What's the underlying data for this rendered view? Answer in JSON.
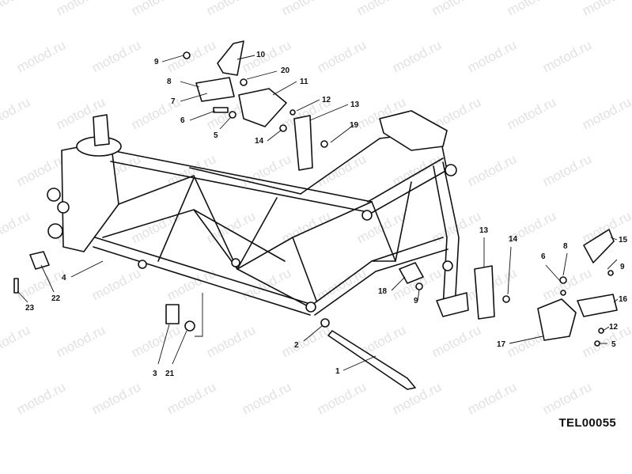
{
  "drawing_code": "TEL00055",
  "watermark": "motod.ru",
  "callouts": [
    "1",
    "2",
    "3",
    "4",
    "5",
    "6",
    "7",
    "8",
    "9",
    "10",
    "11",
    "12",
    "13",
    "14",
    "15",
    "16",
    "17",
    "18",
    "19",
    "20",
    "21",
    "22",
    "23"
  ],
  "colors": {
    "line": "#111111",
    "background": "#ffffff",
    "watermark": "#c9c9c9"
  }
}
